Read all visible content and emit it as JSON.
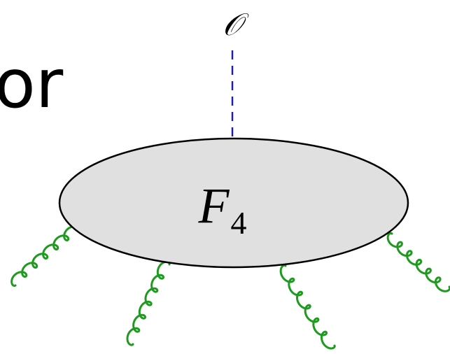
{
  "slide": {
    "partial_text": "or"
  },
  "diagram": {
    "operator_label": "𝒪",
    "blob_label": "F",
    "blob_subscript": "4",
    "colors": {
      "operator_line": "#1a1acc",
      "blob_fill": "#e0e0e0",
      "blob_stroke": "#000000",
      "gluon": "#1e9a1e",
      "text": "#000000"
    },
    "gluons": {
      "count": 4,
      "loops_per_gluon": 6
    }
  }
}
